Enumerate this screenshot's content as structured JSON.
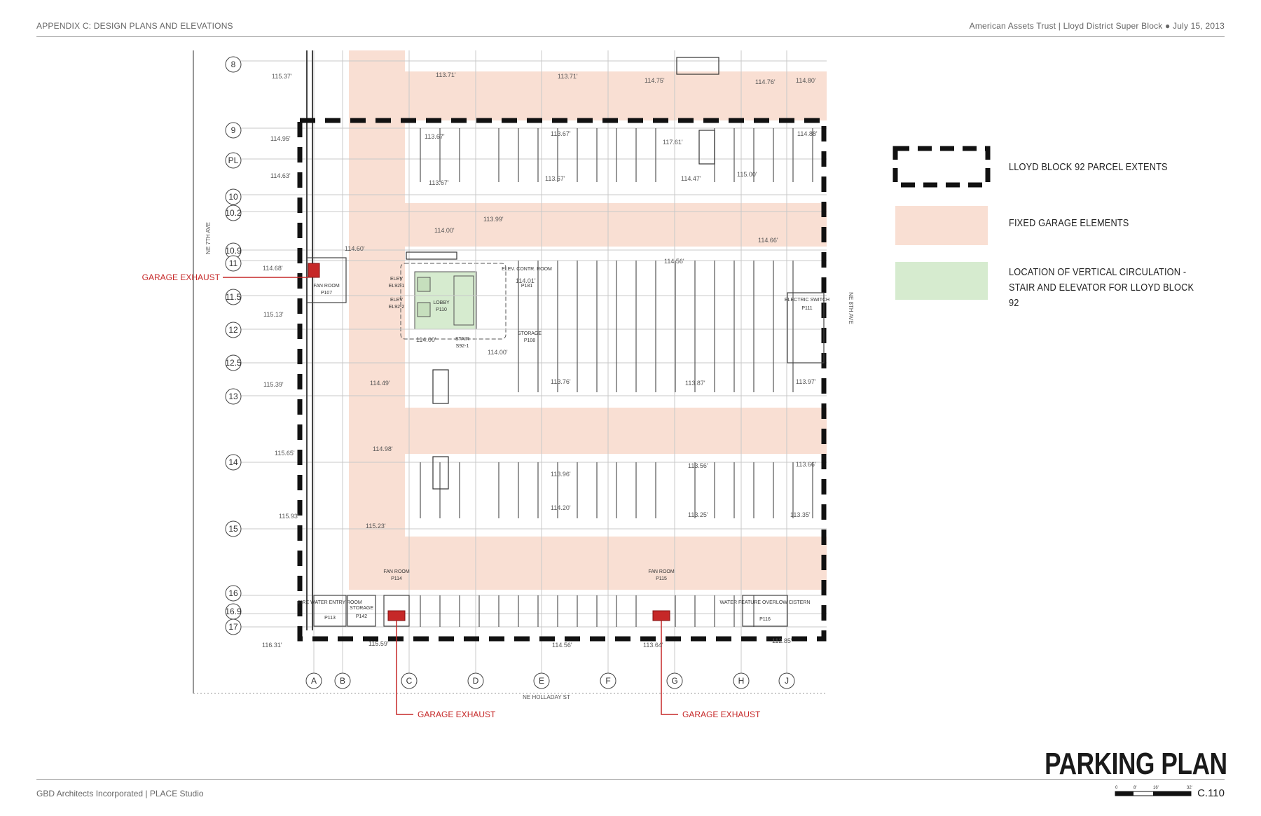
{
  "header": {
    "left": "APPENDIX C: DESIGN PLANS AND ELEVATIONS",
    "right": "American Assets Trust | Lloyd District Super Block  ●  July 15, 2013"
  },
  "footer": {
    "credits": "GBD Architects Incorporated  |  PLACE Studio",
    "title": "PARKING PLAN",
    "sheet": "C.110",
    "scale_ticks": [
      "0",
      "8'",
      "16'",
      "32'"
    ]
  },
  "legend": [
    {
      "type": "dashed-box",
      "label": "LLOYD BLOCK 92 PARCEL EXTENTS"
    },
    {
      "type": "fill",
      "color": "#f9dfd3",
      "label": "FIXED GARAGE ELEMENTS"
    },
    {
      "type": "fill",
      "color": "#d6ebcf",
      "label": "LOCATION OF VERTICAL CIRCULATION - STAIR AND ELEVATOR FOR LLOYD BLOCK 92"
    }
  ],
  "annotations": {
    "garage_exhaust": "GARAGE EXHAUST",
    "west_street": "NE 7TH AVE",
    "east_street": "NE 8TH AVE",
    "south_street": "NE HOLLADAY ST"
  },
  "grid": {
    "rows": [
      "8",
      "9",
      "PL",
      "10",
      "10.2",
      "10.9",
      "11",
      "11.5",
      "12",
      "12.5",
      "13",
      "14",
      "15",
      "16",
      "16.9",
      "17"
    ],
    "cols": [
      "A",
      "B",
      "C",
      "D",
      "E",
      "F",
      "G",
      "H",
      "J"
    ]
  },
  "rooms": [
    {
      "name": "FAN ROOM",
      "id": "P107"
    },
    {
      "name": "ELEV",
      "id": "EL92-1"
    },
    {
      "name": "ELEV",
      "id": "EL92-2"
    },
    {
      "name": "LOBBY",
      "id": "P110"
    },
    {
      "name": "STAIR",
      "id": "S92-1"
    },
    {
      "name": "ELEV. CONTR. ROOM",
      "id": "P181"
    },
    {
      "name": "STORAGE",
      "id": "P108"
    },
    {
      "name": "ELECTRIC SWITCH",
      "id": "P111"
    },
    {
      "name": "FIRE WATER ENTRY ROOM",
      "id": "P113"
    },
    {
      "name": "STORAGE",
      "id": "P142"
    },
    {
      "name": "FAN ROOM",
      "id": "P114"
    },
    {
      "name": "FAN ROOM",
      "id": "P115"
    },
    {
      "name": "WATER FEATURE OVERLOW CISTERN",
      "id": "P116"
    }
  ],
  "elevations": [
    "115.37'",
    "113.71'",
    "113.71'",
    "114.75'",
    "114.76'",
    "114.80'",
    "114.95'",
    "113.67'",
    "113.67'",
    "117.61'",
    "114.88'",
    "114.63'",
    "113.67'",
    "113.67'",
    "114.47'",
    "115.00'",
    "114.00'",
    "113.99'",
    "114.60'",
    "114.56'",
    "114.66'",
    "114.68'",
    "114.01'",
    "115.13'",
    "114.00'",
    "114.00'",
    "114.49'",
    "113.76'",
    "113.87'",
    "113.97'",
    "115.39'",
    "114.98'",
    "113.96'",
    "113.56'",
    "113.66'",
    "115.65'",
    "114.20'",
    "113.25'",
    "113.35'",
    "115.93'",
    "115.23'",
    "116.31'",
    "115.59'",
    "114.56'",
    "113.64'",
    "112.85'"
  ]
}
